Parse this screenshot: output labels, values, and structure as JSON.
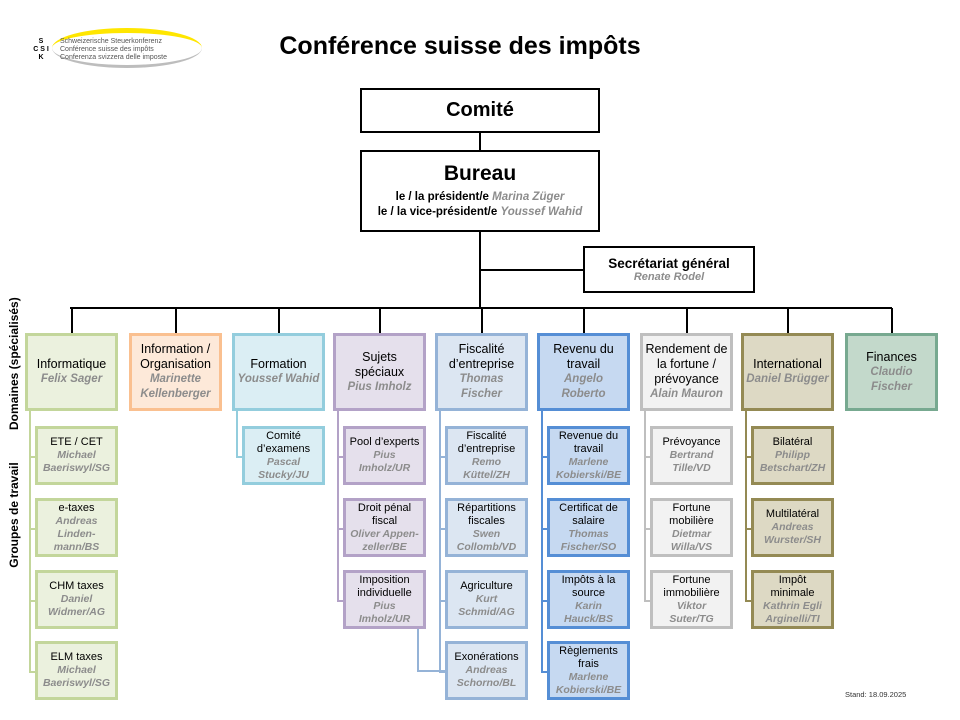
{
  "header": {
    "title": "Conférence suisse des impôts",
    "logo": {
      "letters": [
        "S",
        "C S I",
        "K"
      ],
      "lines": [
        "Schweizerische Steuerkonferenz",
        "Conférence suisse des impôts",
        "Conferenza svizzera delle imposte"
      ]
    }
  },
  "comite": {
    "title": "Comité"
  },
  "bureau": {
    "title": "Bureau",
    "president_role": "le / la président/e",
    "president_name": "Marina Züger",
    "vice_role": "le / la vice-président/e",
    "vice_name": "Youssef Wahid"
  },
  "secretariat": {
    "title": "Secrétariat général",
    "name": "Renate Rodel"
  },
  "side_labels": {
    "domains": "Domaines (spécialisés)",
    "groups": "Groupes de travail"
  },
  "domains": [
    {
      "title": "Informatique",
      "name": "Felix Sager",
      "bg": "#ebf1de",
      "border": "#c3d69b",
      "groups": [
        {
          "title": "ETE / CET",
          "name": "Michael Baeriswyl/SG"
        },
        {
          "title": "e-taxes",
          "name": "Andreas Linden-mann/BS"
        },
        {
          "title": "CHM taxes",
          "name": "Daniel Widmer/AG"
        },
        {
          "title": "ELM taxes",
          "name": "Michael Baeriswyl/SG"
        }
      ]
    },
    {
      "title": "Information / Organisation",
      "name": "Marinette Kellenberger",
      "bg": "#fde9d9",
      "border": "#fac090",
      "groups": []
    },
    {
      "title": "Formation",
      "name": "Youssef Wahid",
      "bg": "#dbeef4",
      "border": "#93cddd",
      "groups": [
        {
          "title": "Comité d’examens",
          "name": "Pascal Stucky/JU"
        }
      ]
    },
    {
      "title": "Sujets spéciaux",
      "name": "Pius Imholz",
      "bg": "#e5e0ec",
      "border": "#b3a2c7",
      "groups": [
        {
          "title": "Pool d’experts",
          "name": "Pius Imholz/UR"
        },
        {
          "title": "Droit pénal fiscal",
          "name": "Oliver Appen-zeller/BE"
        },
        {
          "title": "Imposition individuelle",
          "name": "Pius Imholz/UR"
        }
      ]
    },
    {
      "title": "Fiscalité d’entreprise",
      "name": "Thomas Fischer",
      "bg": "#dce6f2",
      "border": "#95b3d7",
      "groups": [
        {
          "title": "Fiscalité d’entreprise",
          "name": "Remo Küttel/ZH"
        },
        {
          "title": "Répartitions fiscales",
          "name": "Swen Collomb/VD"
        },
        {
          "title": "Agriculture",
          "name": "Kurt Schmid/AG"
        },
        {
          "title": "Exonérations",
          "name": "Andreas Schorno/BL"
        }
      ]
    },
    {
      "title": "Revenu du travail",
      "name": "Angelo Roberto",
      "bg": "#c6d9f1",
      "border": "#558ed5",
      "groups": [
        {
          "title": "Revenue du travail",
          "name": "Marlene Kobierski/BE"
        },
        {
          "title": "Certificat de salaire",
          "name": "Thomas Fischer/SO"
        },
        {
          "title": "Impôts à la source",
          "name": "Karin Hauck/BS"
        },
        {
          "title": "Règlements frais",
          "name": "Marlene Kobierski/BE"
        }
      ]
    },
    {
      "title": "Rendement de la fortune / prévoyance",
      "name": "Alain Mauron",
      "bg": "#f2f2f2",
      "border": "#bfbfbf",
      "groups": [
        {
          "title": "Prévoyance",
          "name": "Bertrand Tille/VD"
        },
        {
          "title": "Fortune mobilière",
          "name": "Dietmar Willa/VS"
        },
        {
          "title": "Fortune immobilière",
          "name": "Viktor Suter/TG"
        }
      ]
    },
    {
      "title": "International",
      "name": "Daniel Brügger",
      "bg": "#ddd9c4",
      "border": "#948a54",
      "groups": [
        {
          "title": "Bilatéral",
          "name": "Philipp Betschart/ZH"
        },
        {
          "title": "Multilatéral",
          "name": "Andreas Wurster/SH"
        },
        {
          "title": "Impôt minimale",
          "name": "Kathrin Egli Arginelli/TI"
        }
      ]
    },
    {
      "title": "Finances",
      "name": "Claudio Fischer",
      "bg": "#c3d9cb",
      "border": "#77a990",
      "groups": []
    }
  ],
  "footer": {
    "stand": "Stand: 18.09.2025"
  }
}
